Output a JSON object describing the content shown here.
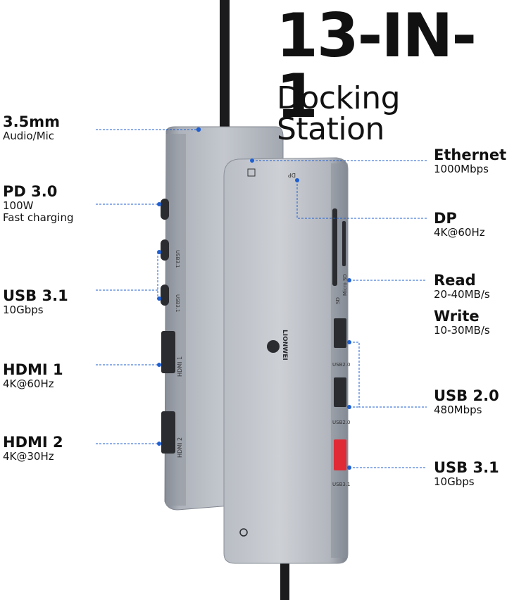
{
  "header": {
    "title": "13-IN-1",
    "subtitle": "Docking Station"
  },
  "left_ports": [
    {
      "name": "3.5mm",
      "detail": "Audio/Mic"
    },
    {
      "name": "PD 3.0",
      "detail": "100W",
      "detail2": "Fast charging"
    },
    {
      "name": "USB 3.1",
      "detail": "10Gbps"
    },
    {
      "name": "HDMI 1",
      "detail": "4K@60Hz"
    },
    {
      "name": "HDMI 2",
      "detail": "4K@30Hz"
    }
  ],
  "right_ports": [
    {
      "name": "Ethernet",
      "detail": "1000Mbps"
    },
    {
      "name": "DP",
      "detail": "4K@60Hz"
    },
    {
      "name": "Read",
      "detail": "20-40MB/s"
    },
    {
      "name": "Write",
      "detail": "10-30MB/s"
    },
    {
      "name": "USB 2.0",
      "detail": "480Mbps"
    },
    {
      "name": "USB 3.1",
      "detail": "10Gbps"
    }
  ],
  "device": {
    "brand": "LIONWEI",
    "port_marks": {
      "usb31": "USB3.1",
      "hdmi1": "HDMI 1",
      "hdmi2": "HDMI 2",
      "usb20": "USB2.0",
      "sd": "SD",
      "micro_sd": "Micro SD",
      "dp": "DP"
    }
  },
  "colors": {
    "accent": "#1f5fd0",
    "body": "#9aa0aa",
    "red_port": "#e02a36"
  }
}
